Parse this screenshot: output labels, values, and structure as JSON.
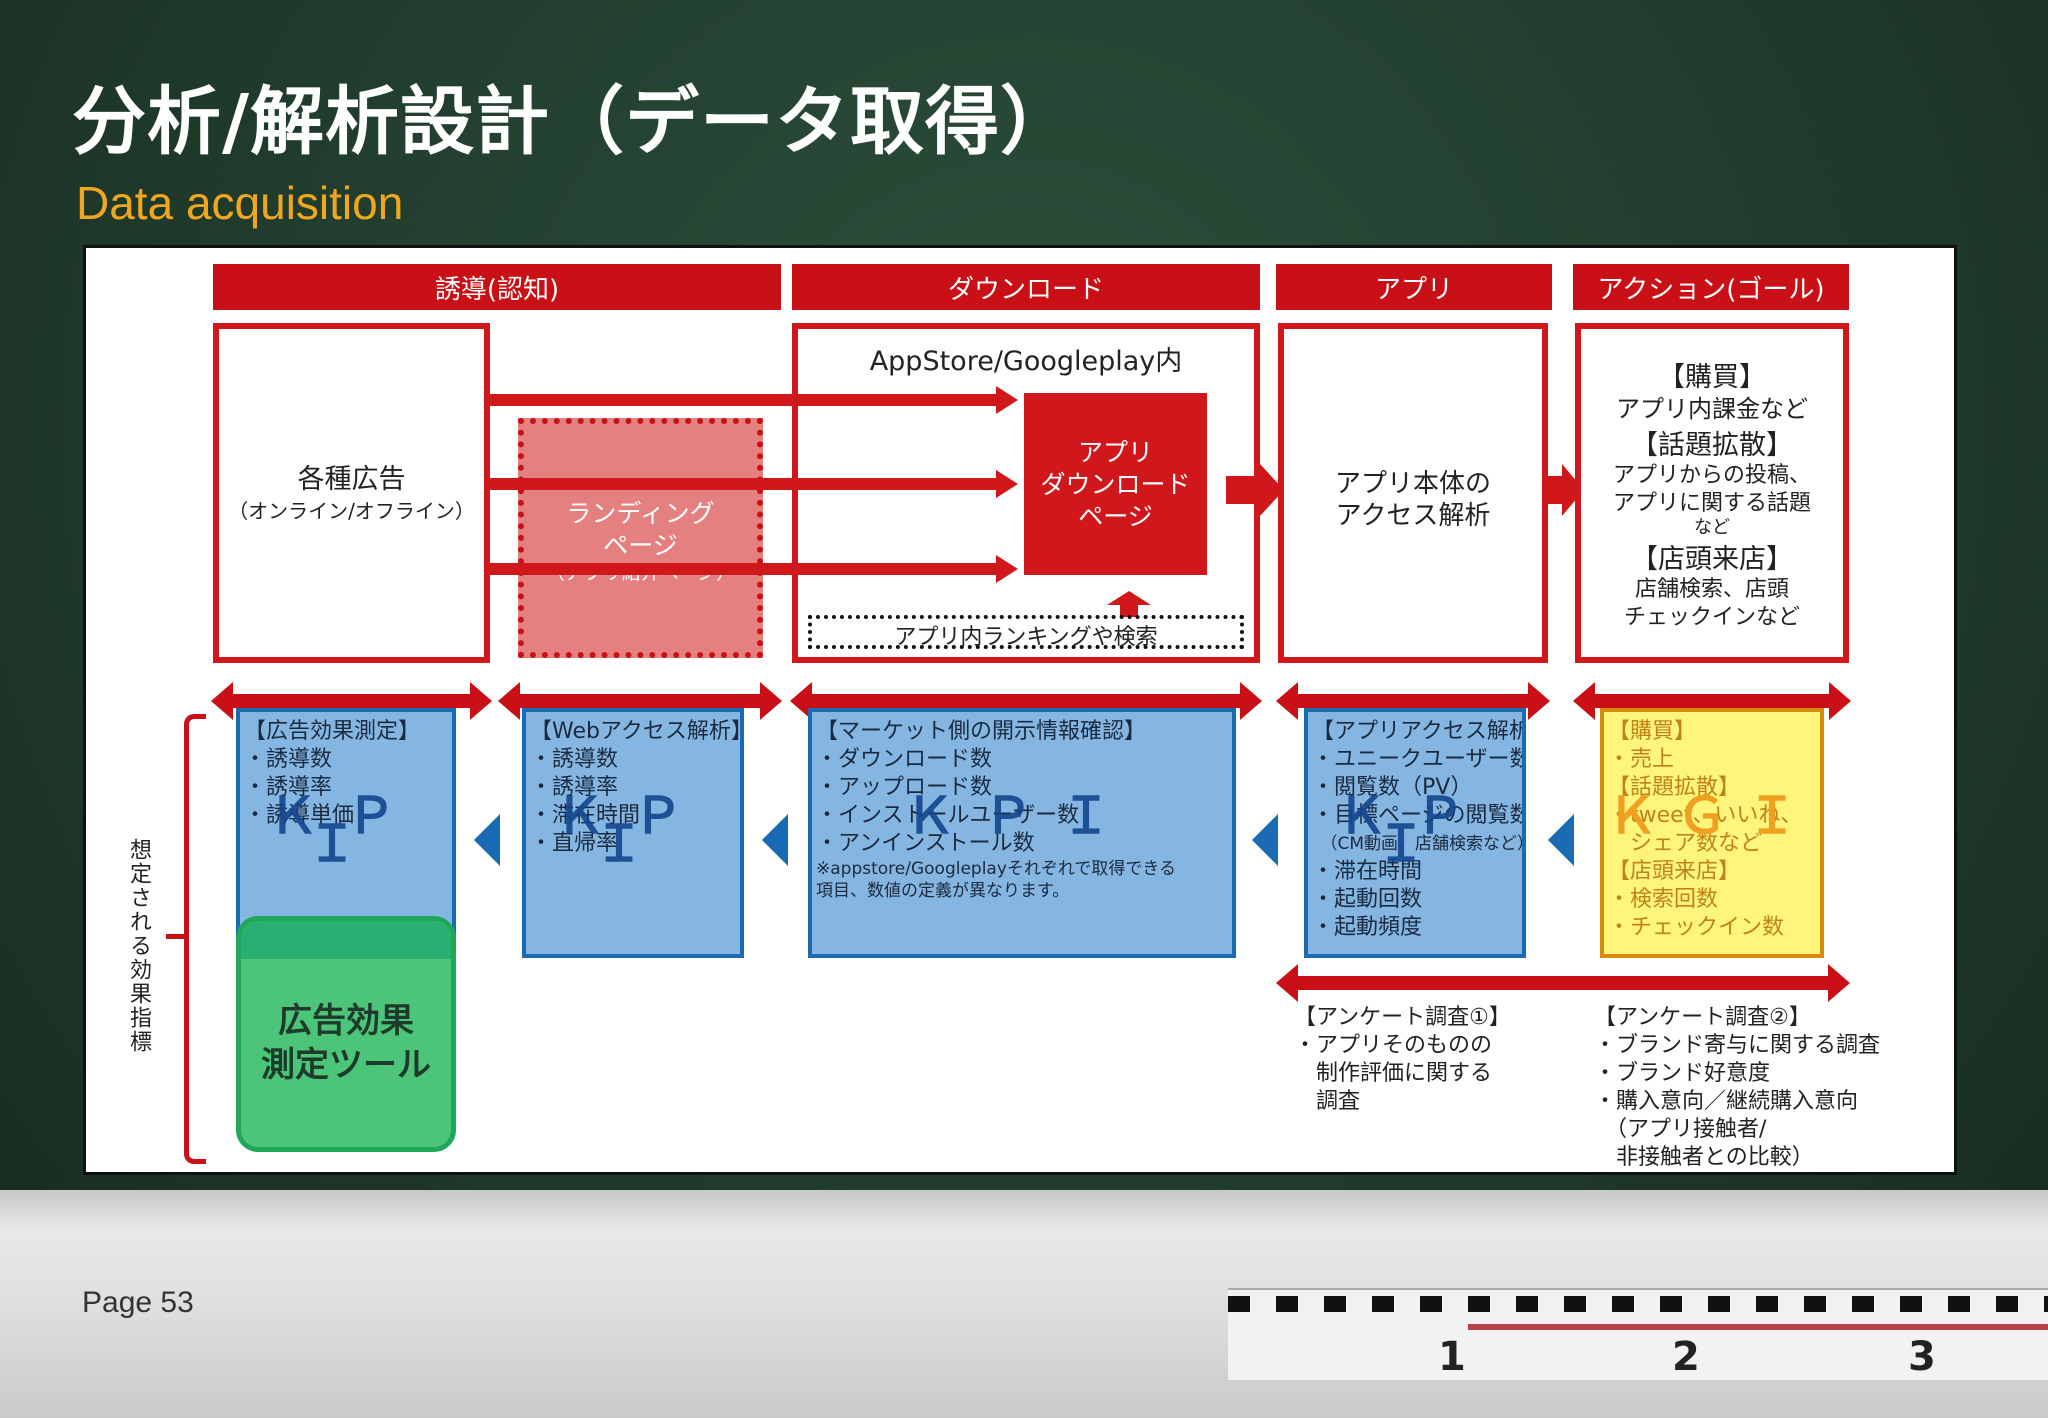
{
  "title": "分析/解析設計（データ取得）",
  "subtitle": "Data acquisition",
  "footer": {
    "page": "Page 53",
    "ruler_numbers": [
      "1",
      "2",
      "3"
    ]
  },
  "colors": {
    "accent_red": "#c81016",
    "kpi_blue": "#85b6e2",
    "kgi_yellow": "#fff57a",
    "tool_green": "#4cc47a",
    "subtitle_orange": "#f0a620"
  },
  "headers": [
    "誘導(認知)",
    "ダウンロード",
    "アプリ",
    "アクション(ゴール)"
  ],
  "ads_box": {
    "title": "各種広告",
    "sub": "（オンライン/オフライン）"
  },
  "landing": {
    "title1": "ランディング",
    "title2": "ページ",
    "sub": "（アプリ紹介ページ）"
  },
  "store": {
    "label": "AppStore/Googleplay内",
    "dl1": "アプリ",
    "dl2": "ダウンロード",
    "dl3": "ページ",
    "ranking": "アプリ内ランキングや検索"
  },
  "app_box": {
    "line1": "アプリ本体の",
    "line2": "アクセス解析"
  },
  "goal_box": {
    "l1": "【購買】",
    "l2": "アプリ内課金など",
    "l3": "【話題拡散】",
    "l4": "アプリからの投稿、",
    "l5": "アプリに関する話題",
    "l6": "など",
    "l7": "【店頭来店】",
    "l8": "店舗検索、店頭",
    "l9": "チェックインなど"
  },
  "side_label": "想定される効果指標",
  "kpi1": {
    "lines": [
      "【広告効果測定】",
      "・誘導数",
      "・誘導率",
      "・誘導単価"
    ],
    "big": "ＫＰＩ"
  },
  "kpi2": {
    "lines": [
      "【Webアクセス解析】",
      "・誘導数",
      "・誘導率",
      "・滞在時間",
      "・直帰率"
    ],
    "big": "ＫＰＩ"
  },
  "kpi3": {
    "lines": [
      "【マーケット側の開示情報確認】",
      "・ダウンロード数",
      "・アップロード数",
      "・インストールユーザー数",
      "・アンインストール数"
    ],
    "note1": "※appstore/Googleplayそれぞれで取得できる",
    "note2": "項目、数値の定義が異なります。",
    "big": "ＫＰＩ"
  },
  "kpi4": {
    "lines": [
      "【アプリアクセス解析】",
      "・ユニークユーザー数",
      "・閲覧数（PV）",
      "・目標ページの閲覧数",
      "　（CM動画、店舗検索など）",
      "・滞在時間",
      "・起動回数",
      "・起動頻度"
    ],
    "big": "ＫＰＩ"
  },
  "kgi": {
    "lines": [
      "【購買】",
      "・売上",
      "【話題拡散】",
      "・tweet、いいね、",
      "　シェア数など",
      "【店頭来店】",
      "・検索回数",
      "・チェックイン数"
    ],
    "big": "ＫＧＩ"
  },
  "tool": {
    "l1": "広告効果",
    "l2": "測定ツール"
  },
  "survey1": {
    "lines": [
      "【アンケート調査①】",
      "・アプリそのものの",
      "　制作評価に関する",
      "　調査"
    ]
  },
  "survey2": {
    "lines": [
      "【アンケート調査②】",
      "・ブランド寄与に関する調査",
      "・ブランド好意度",
      "・購入意向／継続購入意向",
      "　（アプリ接触者/",
      "　非接触者との比較）"
    ]
  }
}
